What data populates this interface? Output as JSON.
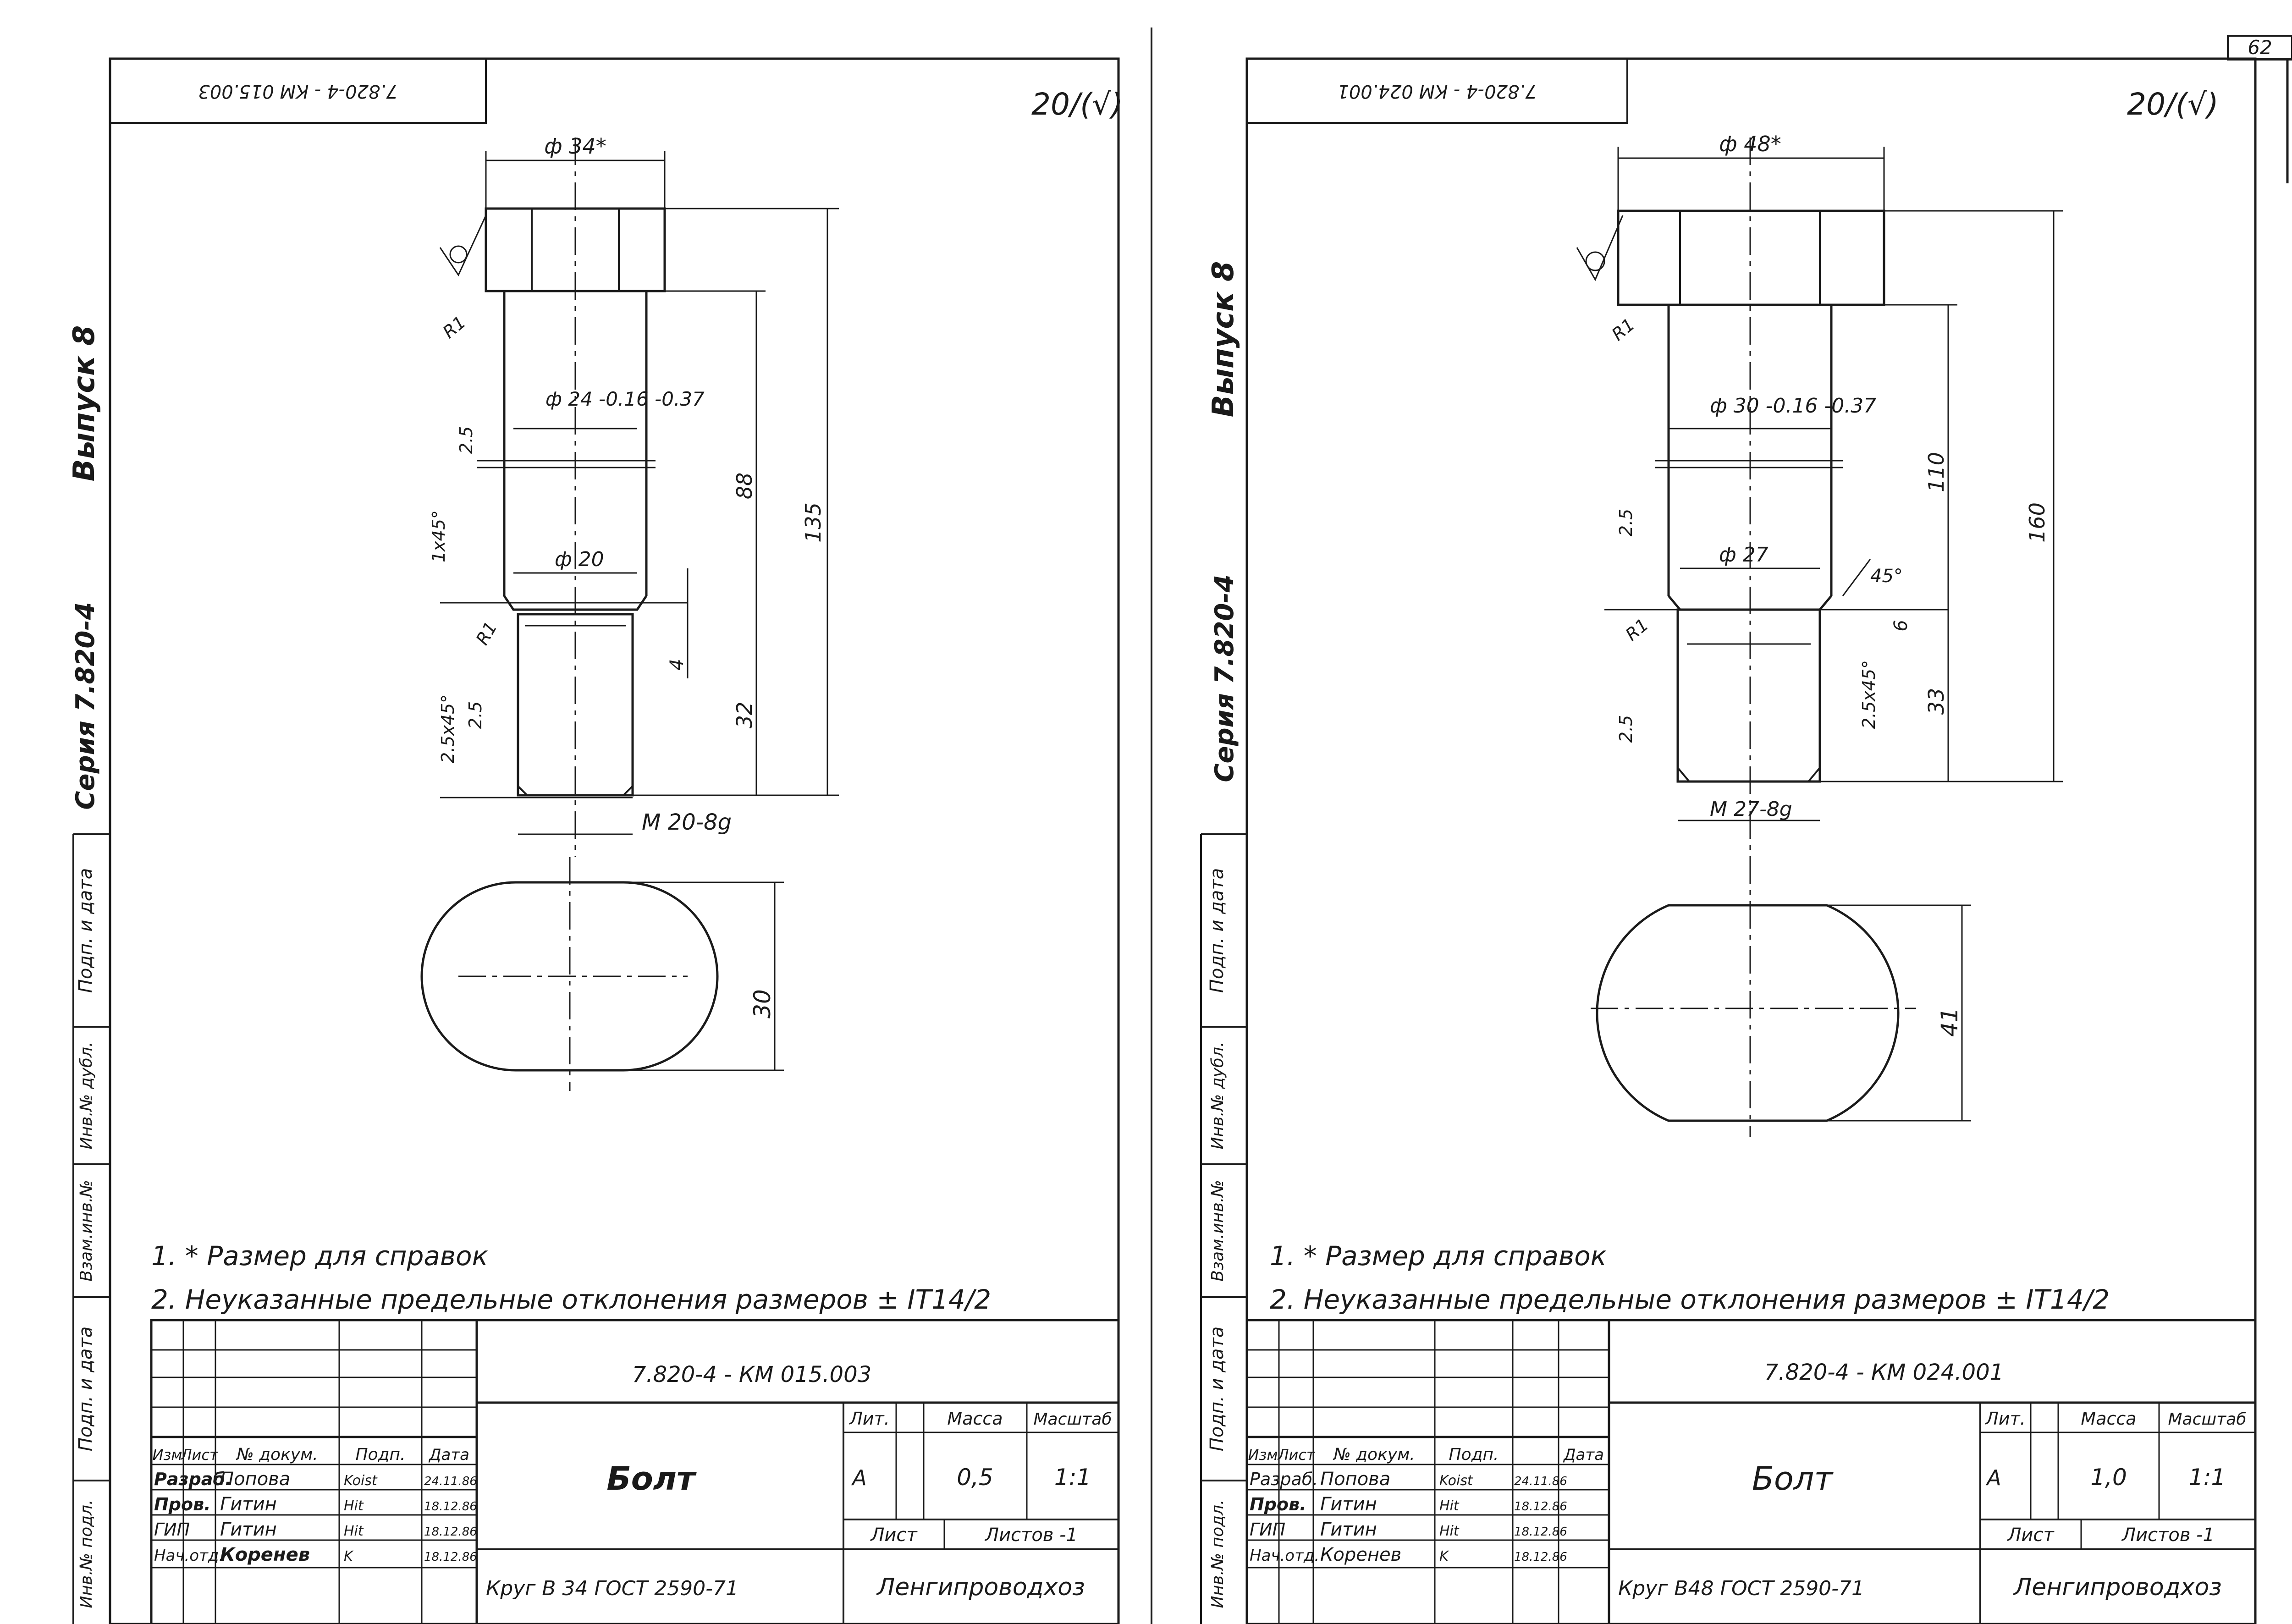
{
  "page_number": "62",
  "left_sheet": {
    "top_code": "7.820-4 - КМ 015.003",
    "roughness": "20/(√)",
    "side_series": "Серия 7.820-4",
    "side_issue": "Выпуск 8",
    "side_stamps": [
      "Подп. и дата",
      "Инв.№ дубл.",
      "Взам.инв.№",
      "Подп. и дата",
      "Инв.№ подл."
    ],
    "dims": {
      "head_d": "ф 34*",
      "shank_d": "ф 24 -0.16 -0.37",
      "neck_d": "ф 20",
      "len_88": "88",
      "len_135": "135",
      "len_32": "32",
      "len_4": "4",
      "ch_1x45": "1x45°",
      "ch_25x45": "2.5x45°",
      "rough_25a": "2.5",
      "rough_25b": "2.5",
      "r1a": "R1",
      "r1b": "R1",
      "thread": "М 20-8g",
      "flat": "30"
    },
    "notes": [
      "1. * Размер для справок",
      "2. Неуказанные предельные отклонения размеров ± IT14/2"
    ],
    "title_block": {
      "doc_code": "7.820-4 - КМ 015.003",
      "name": "Болт",
      "col_headers": [
        "Изм",
        "Лист",
        "№ докум.",
        "Подп.",
        "Дата"
      ],
      "rows": [
        [
          "Разраб.",
          "Попова",
          "Koist",
          "24.11.86"
        ],
        [
          "Пров.",
          "Гитин",
          "Hit",
          "18.12.86"
        ],
        [
          "ГИП",
          "Гитин",
          "Hit",
          "18.12.86"
        ],
        [
          "Нач.отд.",
          "Коренев",
          "K",
          "18.12.86"
        ]
      ],
      "lit_label": "Лит.",
      "mass_label": "Масса",
      "scale_label": "Масштаб",
      "lit_value": "А",
      "mass_value": "0,5",
      "scale_value": "1:1",
      "sheet_label": "Лист",
      "sheets_label": "Листов -1",
      "material": "Круг В 34 ГОСТ 2590-71",
      "org": "Ленгипроводхоз"
    }
  },
  "right_sheet": {
    "top_code": "7.820-4 - КМ 024.001",
    "roughness": "20/(√)",
    "side_series": "Серия 7.820-4",
    "side_issue": "Выпуск 8",
    "side_stamps": [
      "Подп. и дата",
      "Инв.№ дубл.",
      "Взам.инв.№",
      "Подп. и дата",
      "Инв.№ подл."
    ],
    "dims": {
      "head_d": "ф 48*",
      "shank_d": "ф 30 -0.16 -0.37",
      "neck_d": "ф 27",
      "len_110": "110",
      "len_160": "160",
      "len_33": "33",
      "len_6": "6",
      "ang_45": "45°",
      "ch_25x45": "2.5x45°",
      "rough_25a": "2.5",
      "rough_25b": "2.5",
      "r1a": "R1",
      "r1b": "R1",
      "thread": "М 27-8g",
      "flat": "41"
    },
    "notes": [
      "1. * Размер для справок",
      "2. Неуказанные предельные отклонения размеров ± IT14/2"
    ],
    "title_block": {
      "doc_code": "7.820-4 - КМ 024.001",
      "name": "Болт",
      "col_headers": [
        "Изм",
        "Лист",
        "№ докум.",
        "Подп.",
        "Дата"
      ],
      "rows": [
        [
          "Разраб.",
          "Попова",
          "Koist",
          "24.11.86"
        ],
        [
          "Пров.",
          "Гитин",
          "Hit",
          "18.12.86"
        ],
        [
          "ГИП",
          "Гитин",
          "Hit",
          "18.12.86"
        ],
        [
          "Нач.отд.",
          "Коренев",
          "K",
          "18.12.86"
        ]
      ],
      "lit_label": "Лит.",
      "mass_label": "Масса",
      "scale_label": "Масштаб",
      "lit_value": "А",
      "mass_value": "1,0",
      "scale_value": "1:1",
      "sheet_label": "Лист",
      "sheets_label": "Листов -1",
      "material": "Круг В48 ГОСТ 2590-71",
      "org": "Ленгипроводхоз"
    }
  }
}
